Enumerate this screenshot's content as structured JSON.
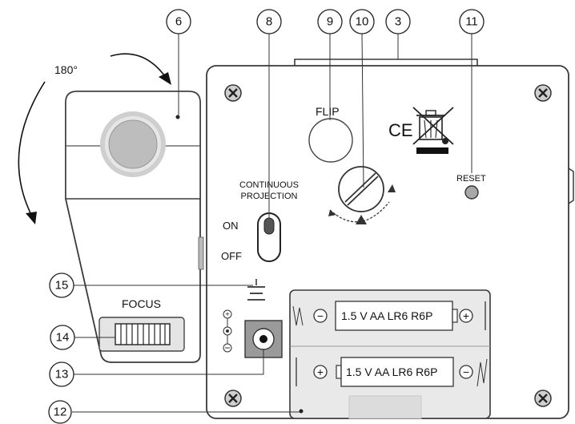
{
  "labels": {
    "rotation": "180°",
    "flip": "FLIP",
    "reset": "RESET",
    "continuous_line1": "CONTINUOUS",
    "continuous_line2": "PROJECTION",
    "on": "ON",
    "off": "OFF",
    "focus": "FOCUS",
    "ce_mark": "CE",
    "battery_top": "1.5 V AA LR6 R6P",
    "battery_bottom": "1.5 V AA LR6 R6P",
    "plus": "+",
    "minus": "−"
  },
  "callouts": [
    {
      "id": "c6",
      "num": "6"
    },
    {
      "id": "c8",
      "num": "8"
    },
    {
      "id": "c9",
      "num": "9"
    },
    {
      "id": "c10",
      "num": "10"
    },
    {
      "id": "c3",
      "num": "3"
    },
    {
      "id": "c11",
      "num": "11"
    },
    {
      "id": "c15",
      "num": "15"
    },
    {
      "id": "c14",
      "num": "14"
    },
    {
      "id": "c13",
      "num": "13"
    },
    {
      "id": "c12",
      "num": "12"
    }
  ],
  "colors": {
    "stroke": "#3a3a3a",
    "panel": "#ffffff",
    "battery_bay": "#e9e9e9",
    "lens": "#bdbdbd"
  }
}
